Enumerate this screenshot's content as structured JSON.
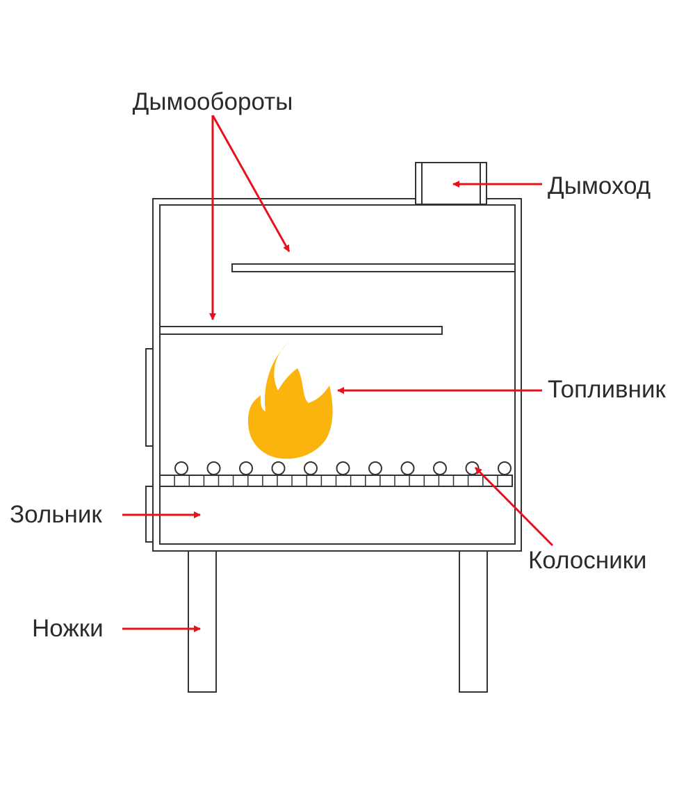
{
  "labels": {
    "smoke_turns": "Дымообороты",
    "chimney": "Дымоход",
    "firebox": "Топливник",
    "ash_pit": "Зольник",
    "grates": "Колосники",
    "legs": "Ножки"
  },
  "colors": {
    "outline": "#333333",
    "arrow": "#e8101a",
    "flame": "#fbb40d",
    "text": "#2b2b2b",
    "background": "#ffffff"
  }
}
